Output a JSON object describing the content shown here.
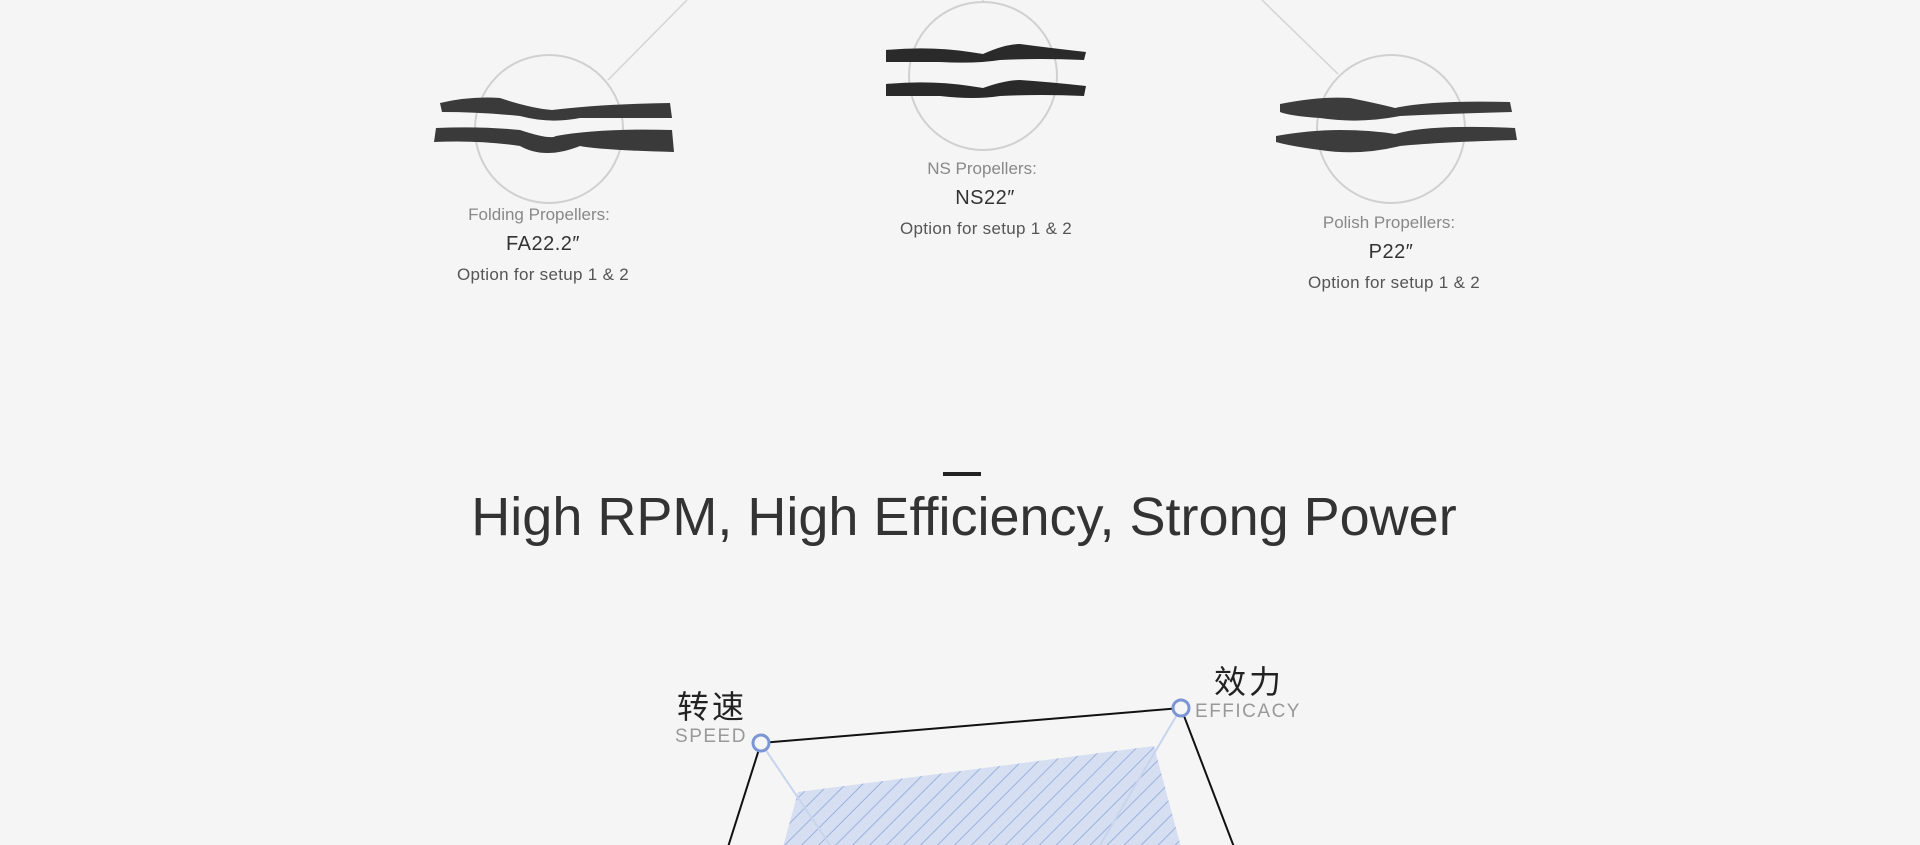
{
  "propellers": [
    {
      "category": "Folding Propellers:",
      "model": "FA22.2″",
      "option": "Option for setup 1 & 2"
    },
    {
      "category": "NS Propellers:",
      "model": "NS22″",
      "option": "Option for setup 1 & 2"
    },
    {
      "category": "Polish Propellers:",
      "model": "P22″",
      "option": "Option for setup 1 & 2"
    }
  ],
  "section": {
    "title": "High RPM, High Efficiency, Strong Power"
  },
  "radar": {
    "axes": [
      {
        "cn": "转速",
        "en": "SPEED"
      },
      {
        "cn": "效力",
        "en": "EFFICACY"
      }
    ],
    "colors": {
      "node": "#7b96d4",
      "fill": "#c9d6ee",
      "hatch": "#8fa8dc",
      "outline": "#111111"
    }
  }
}
